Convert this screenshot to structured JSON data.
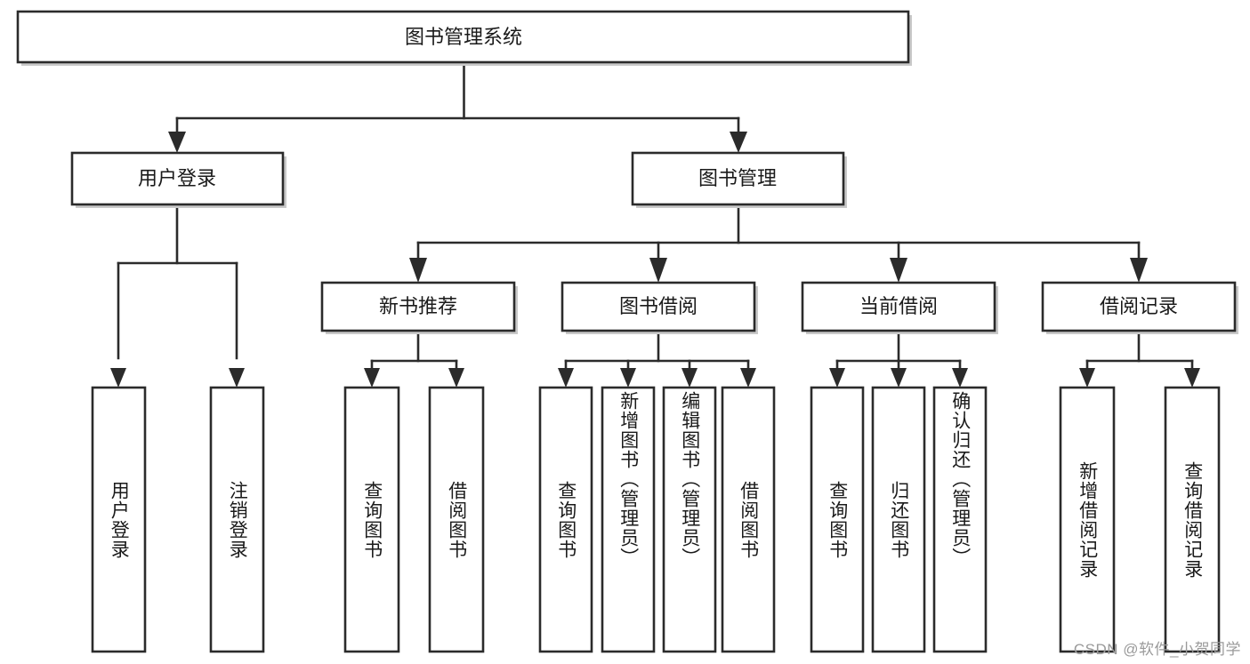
{
  "diagram": {
    "type": "tree-hierarchy",
    "title": "图书管理系统",
    "orientation": "top-down",
    "root": {
      "id": "root",
      "label": "图书管理系统"
    },
    "level2": [
      {
        "id": "user-login",
        "label": "用户登录"
      },
      {
        "id": "book-management",
        "label": "图书管理"
      }
    ],
    "level3": [
      {
        "id": "new-book-recommend",
        "label": "新书推荐",
        "parent": "book-management"
      },
      {
        "id": "book-borrow",
        "label": "图书借阅",
        "parent": "book-management"
      },
      {
        "id": "current-borrow",
        "label": "当前借阅",
        "parent": "book-management"
      },
      {
        "id": "borrow-record",
        "label": "借阅记录",
        "parent": "book-management"
      }
    ],
    "leaves": [
      {
        "id": "leaf-user-login",
        "label": "用户登录",
        "parent": "user-login"
      },
      {
        "id": "leaf-user-logout",
        "label": "注销登录",
        "parent": "user-login"
      },
      {
        "id": "leaf-query-book-1",
        "label": "查询图书",
        "parent": "new-book-recommend"
      },
      {
        "id": "leaf-borrow-book-1",
        "label": "借阅图书",
        "parent": "new-book-recommend"
      },
      {
        "id": "leaf-query-book-2",
        "label": "查询图书",
        "parent": "book-borrow"
      },
      {
        "id": "leaf-add-book",
        "label": "新增图书（管理员）",
        "parent": "book-borrow"
      },
      {
        "id": "leaf-edit-book",
        "label": "编辑图书（管理员）",
        "parent": "book-borrow"
      },
      {
        "id": "leaf-borrow-book-2",
        "label": "借阅图书",
        "parent": "book-borrow"
      },
      {
        "id": "leaf-query-book-3",
        "label": "查询图书",
        "parent": "current-borrow"
      },
      {
        "id": "leaf-return-book",
        "label": "归还图书",
        "parent": "current-borrow"
      },
      {
        "id": "leaf-confirm-return",
        "label": "确认归还（管理员）",
        "parent": "current-borrow"
      },
      {
        "id": "leaf-add-record",
        "label": "新增借阅记录",
        "parent": "borrow-record"
      },
      {
        "id": "leaf-query-record",
        "label": "查询借阅记录",
        "parent": "borrow-record"
      }
    ]
  },
  "watermark": {
    "text": "CSDN @软件_小贺同学"
  },
  "colors": {
    "stroke": "#2b2b2b",
    "fill": "#ffffff",
    "text": "#1a1a1a",
    "shadow": "#c9c9c9",
    "watermark": "#9a9a9a"
  }
}
